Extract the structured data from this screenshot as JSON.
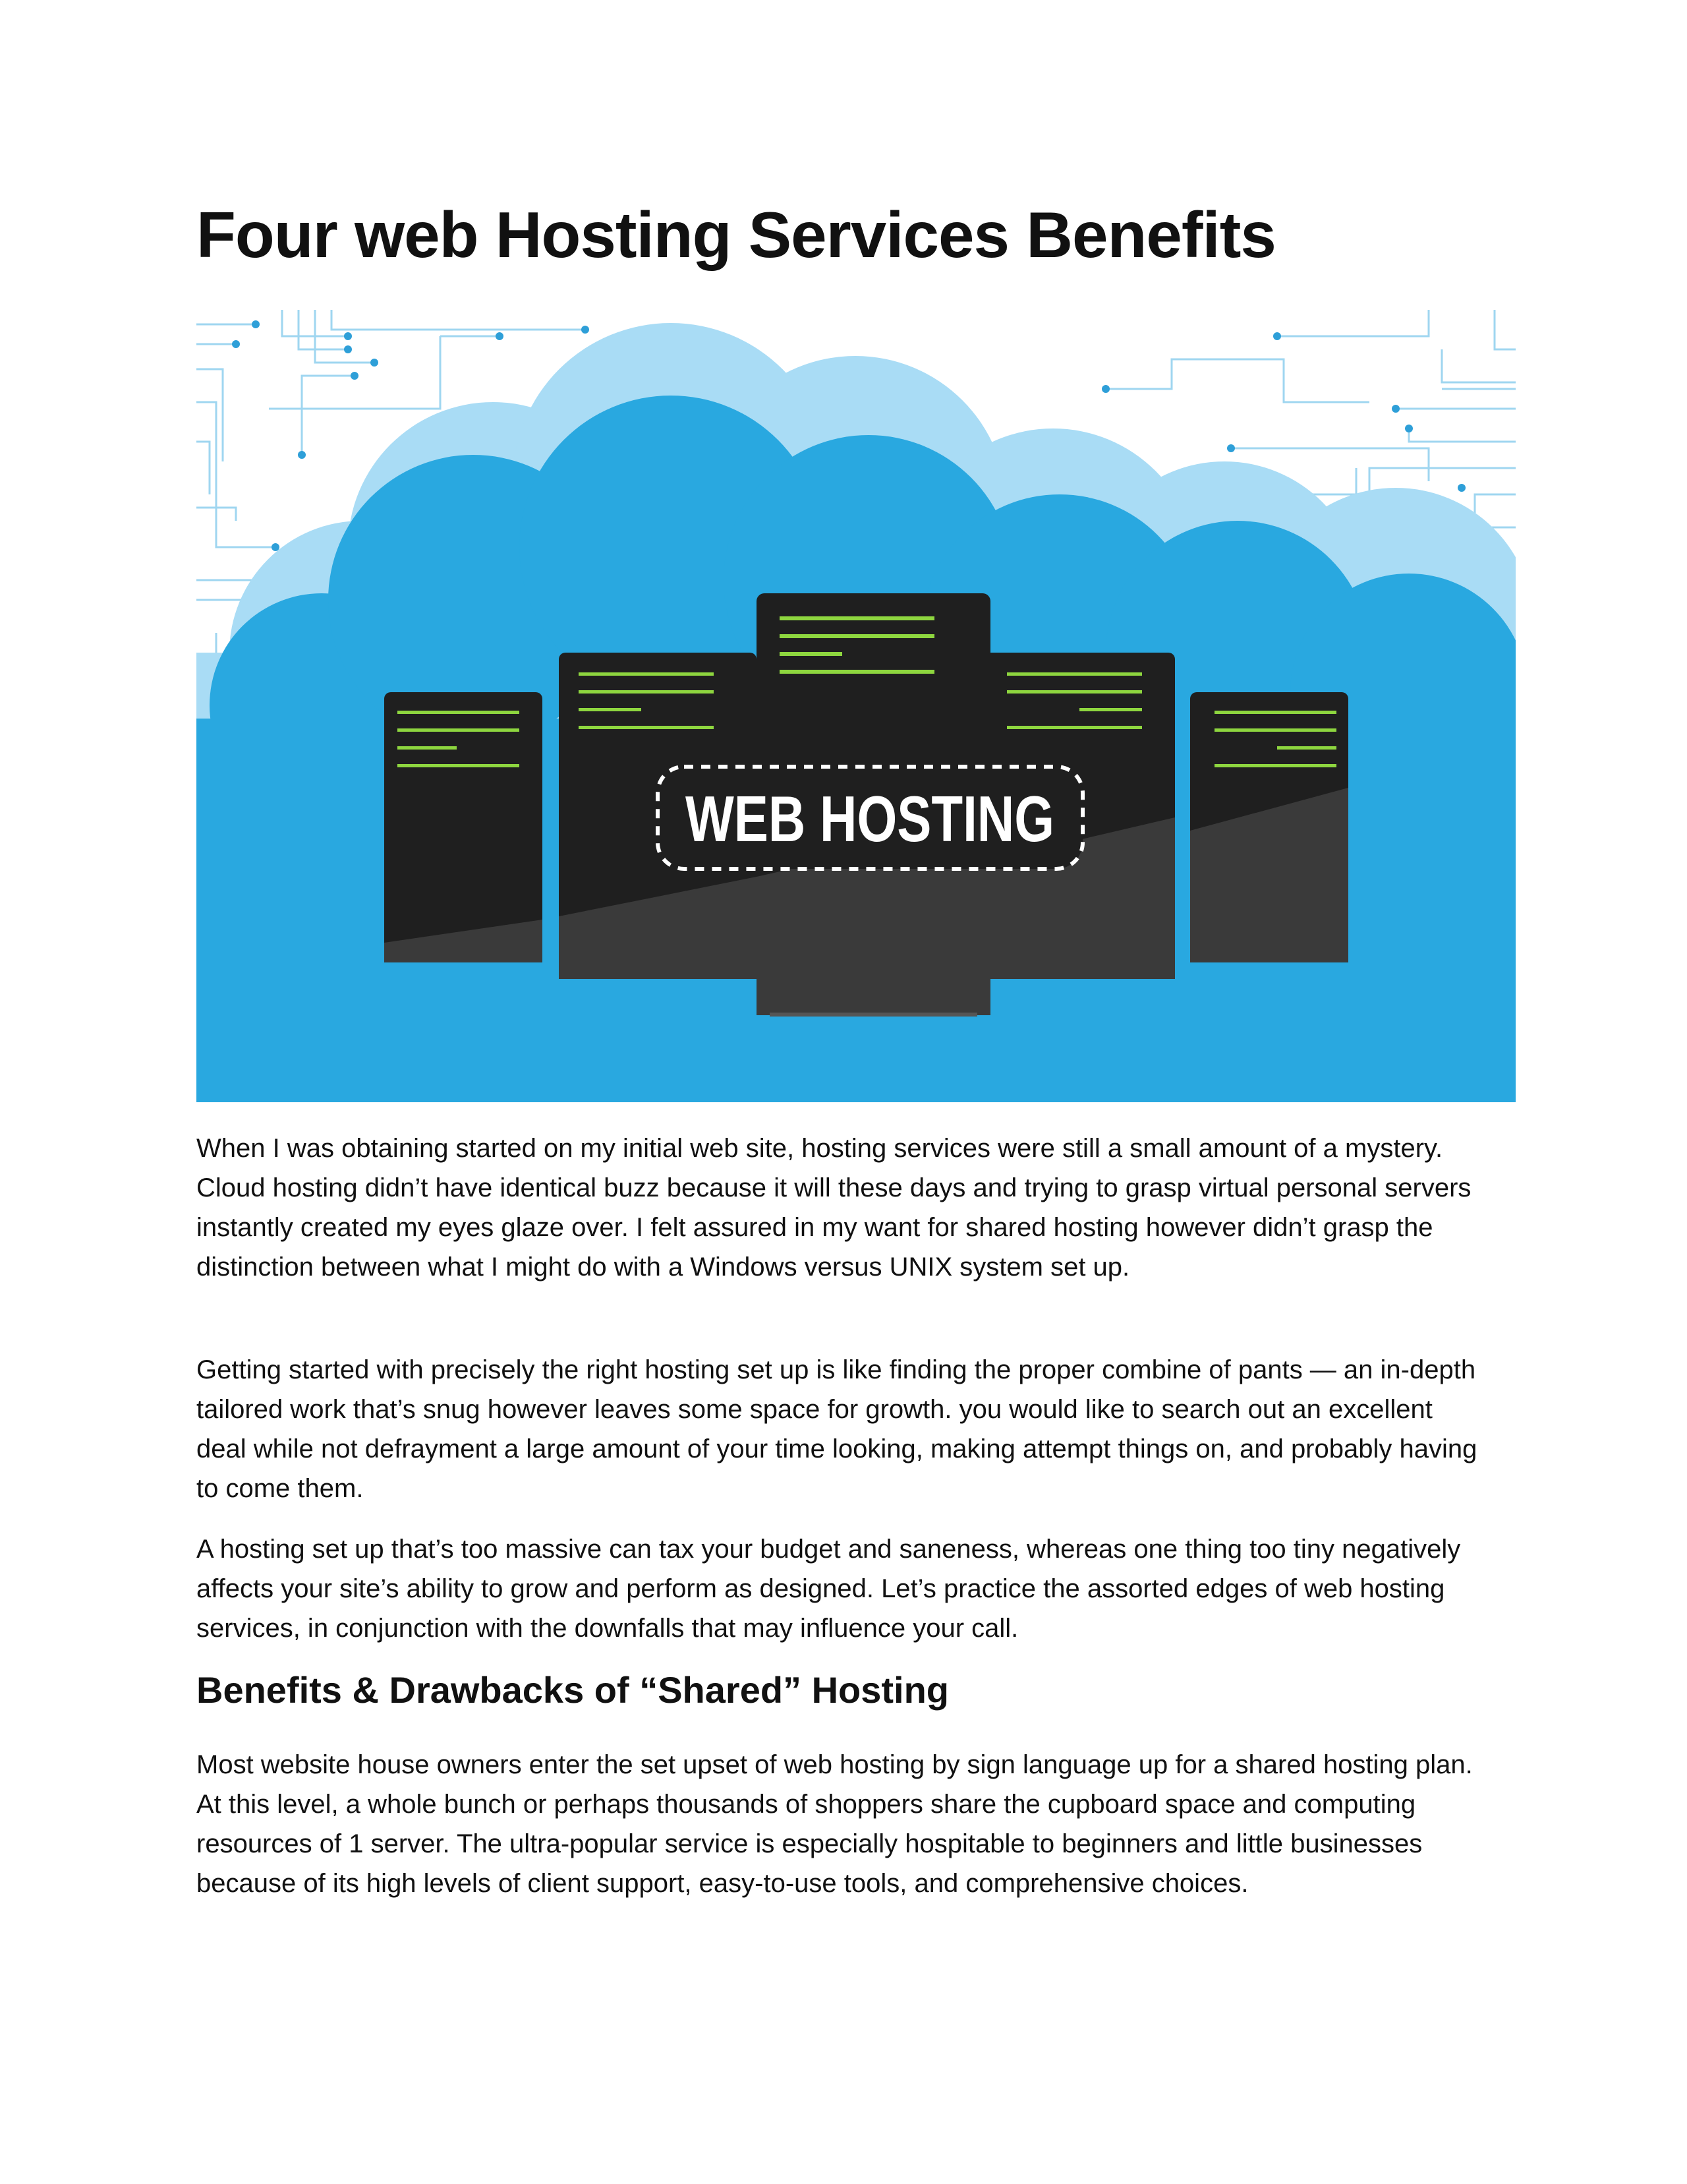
{
  "article": {
    "title": "Four web Hosting Services Benefits",
    "hero": {
      "badge_text": "WEB HOSTING",
      "icon": "server-cloud-illustration"
    },
    "paragraphs": [
      "When I was obtaining started on my initial web site, hosting services were still a small amount of a mystery. Cloud hosting didn’t have identical buzz because it will these days and trying to grasp virtual personal servers instantly created my eyes glaze over. I felt assured in my want for shared hosting however didn’t grasp the distinction between what I might do with a Windows versus UNIX system set up.",
      "Getting started with precisely the right hosting set up is like finding the proper combine of pants — an in-depth tailored work that’s snug however leaves some space for growth. you would like to search out an excellent deal while not defrayment a large amount of your time looking, making attempt things on, and probably having to come them.",
      "A hosting set up that’s too massive can tax your budget and saneness, whereas one thing too tiny negatively affects your site’s ability to grow and perform as designed. Let’s practice the assorted edges of web hosting services, in conjunction with the downfalls that may influence your call."
    ],
    "section_heading": "Benefits & Drawbacks of “Shared” Hosting",
    "section_paragraph": "Most website house owners enter the set upset of web hosting by sign language up for a shared hosting plan. At this level, a whole bunch or perhaps thousands of shoppers share the cupboard space and computing resources of 1 server. The ultra-popular service is especially hospitable to beginners and little businesses because of its high levels of client support, easy-to-use tools, and comprehensive choices."
  },
  "colors": {
    "sky_blue": "#29a8e0",
    "light_blue": "#a9dcf5",
    "server_dark": "#1f1f1f",
    "server_shadow": "#3a3a3a",
    "led_green": "#8ed63f",
    "circuit_line": "#9fd6f0",
    "circuit_dot": "#2e9fd8"
  }
}
